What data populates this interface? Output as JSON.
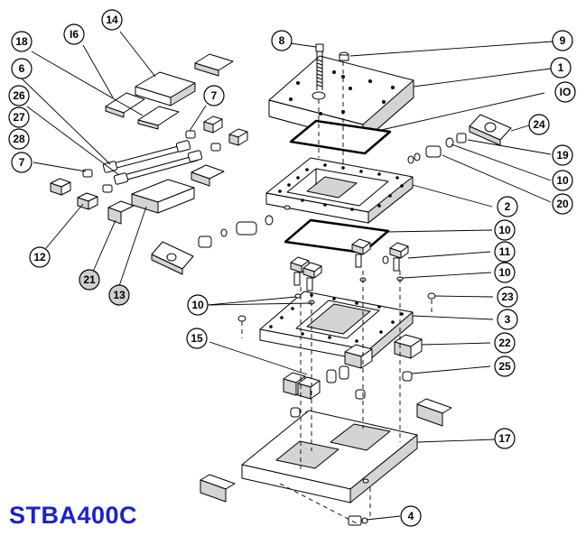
{
  "diagram": {
    "model_label": "STBA400C",
    "colors": {
      "model_label": "#1a23c8",
      "line": "#000000",
      "shade": "#d4d4d4",
      "callout_fill": "#ffffff",
      "callout_fill_gray": "#cfcfcf"
    },
    "callouts": [
      {
        "id": "c14",
        "label": "14"
      },
      {
        "id": "c16",
        "label": "I6"
      },
      {
        "id": "c18",
        "label": "18"
      },
      {
        "id": "c6",
        "label": "6"
      },
      {
        "id": "c26",
        "label": "26"
      },
      {
        "id": "c27",
        "label": "27"
      },
      {
        "id": "c28",
        "label": "28"
      },
      {
        "id": "c7a",
        "label": "7"
      },
      {
        "id": "c7b",
        "label": "7"
      },
      {
        "id": "c12",
        "label": "12"
      },
      {
        "id": "c21",
        "label": "21"
      },
      {
        "id": "c13",
        "label": "13"
      },
      {
        "id": "c8",
        "label": "8"
      },
      {
        "id": "c9",
        "label": "9"
      },
      {
        "id": "c1",
        "label": "1"
      },
      {
        "id": "c10a",
        "label": "IO"
      },
      {
        "id": "c24",
        "label": "24"
      },
      {
        "id": "c19",
        "label": "19"
      },
      {
        "id": "c10b",
        "label": "10"
      },
      {
        "id": "c20",
        "label": "20"
      },
      {
        "id": "c2",
        "label": "2"
      },
      {
        "id": "c10c",
        "label": "10"
      },
      {
        "id": "c11",
        "label": "11"
      },
      {
        "id": "c10d",
        "label": "10"
      },
      {
        "id": "c10e",
        "label": "10"
      },
      {
        "id": "c23",
        "label": "23"
      },
      {
        "id": "c3",
        "label": "3"
      },
      {
        "id": "c15",
        "label": "15"
      },
      {
        "id": "c22",
        "label": "22"
      },
      {
        "id": "c25",
        "label": "25"
      },
      {
        "id": "c17",
        "label": "17"
      },
      {
        "id": "c4",
        "label": "4"
      }
    ]
  }
}
